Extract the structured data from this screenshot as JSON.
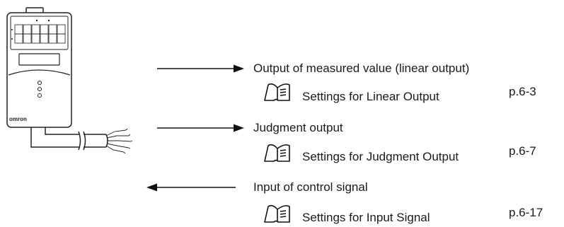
{
  "device": {
    "brand": "omron"
  },
  "connections": [
    {
      "direction": "out",
      "label": "Output of measured value (linear output)",
      "reference": {
        "title": "Settings for Linear Output",
        "page": "p.6-3"
      }
    },
    {
      "direction": "out",
      "label": "Judgment output",
      "reference": {
        "title": "Settings for Judgment Output",
        "page": "p.6-7"
      }
    },
    {
      "direction": "in",
      "label": "Input of control signal",
      "reference": {
        "title": "Settings for Input Signal",
        "page": "p.6-17"
      }
    }
  ]
}
